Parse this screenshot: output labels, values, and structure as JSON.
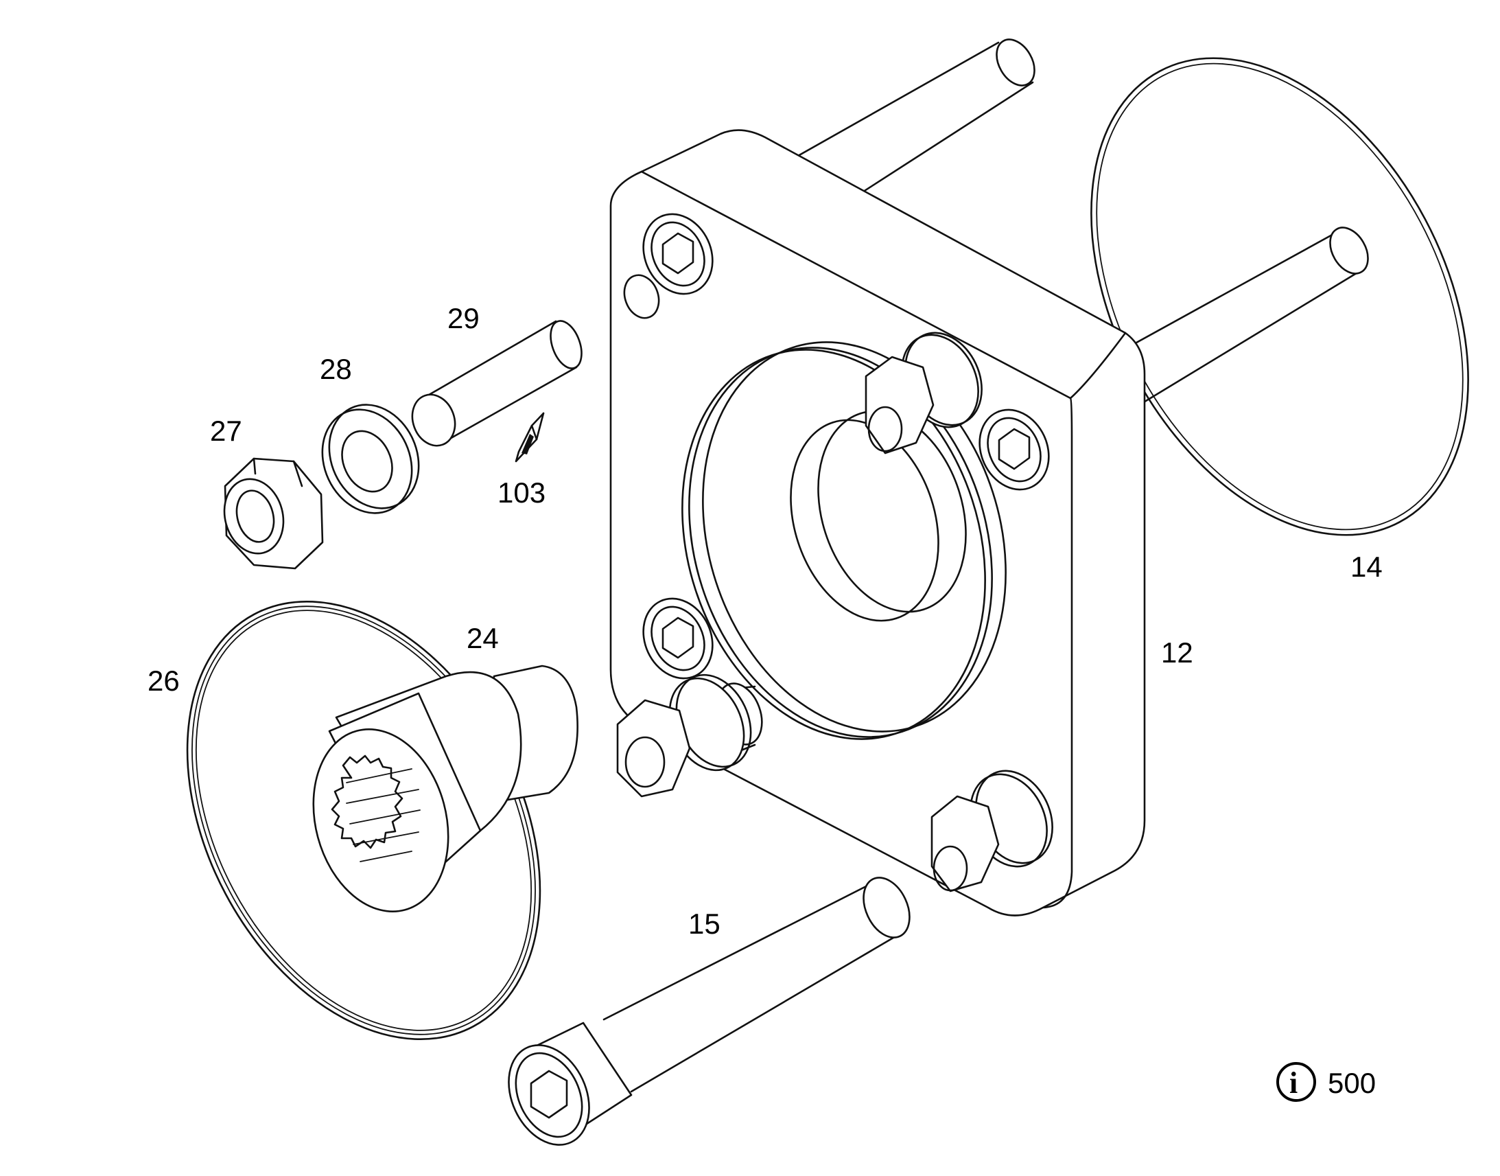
{
  "callouts": {
    "p12": "12",
    "p14": "14",
    "p15": "15",
    "p24": "24",
    "p26": "26",
    "p27": "27",
    "p28": "28",
    "p29": "29",
    "p103": "103"
  },
  "info": {
    "icon": "info-icon",
    "number": "500"
  },
  "colors": {
    "ink": "#111111",
    "paper": "#ffffff"
  }
}
